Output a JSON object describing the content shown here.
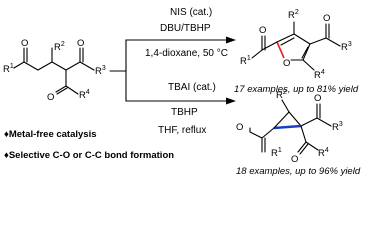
{
  "top_reaction": {
    "reagent_1": "NIS (cat.)",
    "reagent_2": "DBU/TBHP",
    "conditions": "1,4-dioxane, 50 °C",
    "result": "17 examples, up to 81% yield"
  },
  "bottom_reaction": {
    "reagent_1": "TBAI (cat.)",
    "reagent_2": "TBHP",
    "conditions": "THF, reflux",
    "result": "18 examples, up to 96% yield"
  },
  "highlights": [
    "♦Metal-free catalysis",
    "♦Selective C-O or C-C bond formation"
  ],
  "atom_labels": {
    "R1": "R",
    "R2": "R",
    "R3": "R",
    "R4": "R",
    "O": "O",
    "n1": "1",
    "n2": "2",
    "n3": "3",
    "n4": "4"
  },
  "colors": {
    "highlight_bond": "#e8202a",
    "text": "#000000"
  }
}
